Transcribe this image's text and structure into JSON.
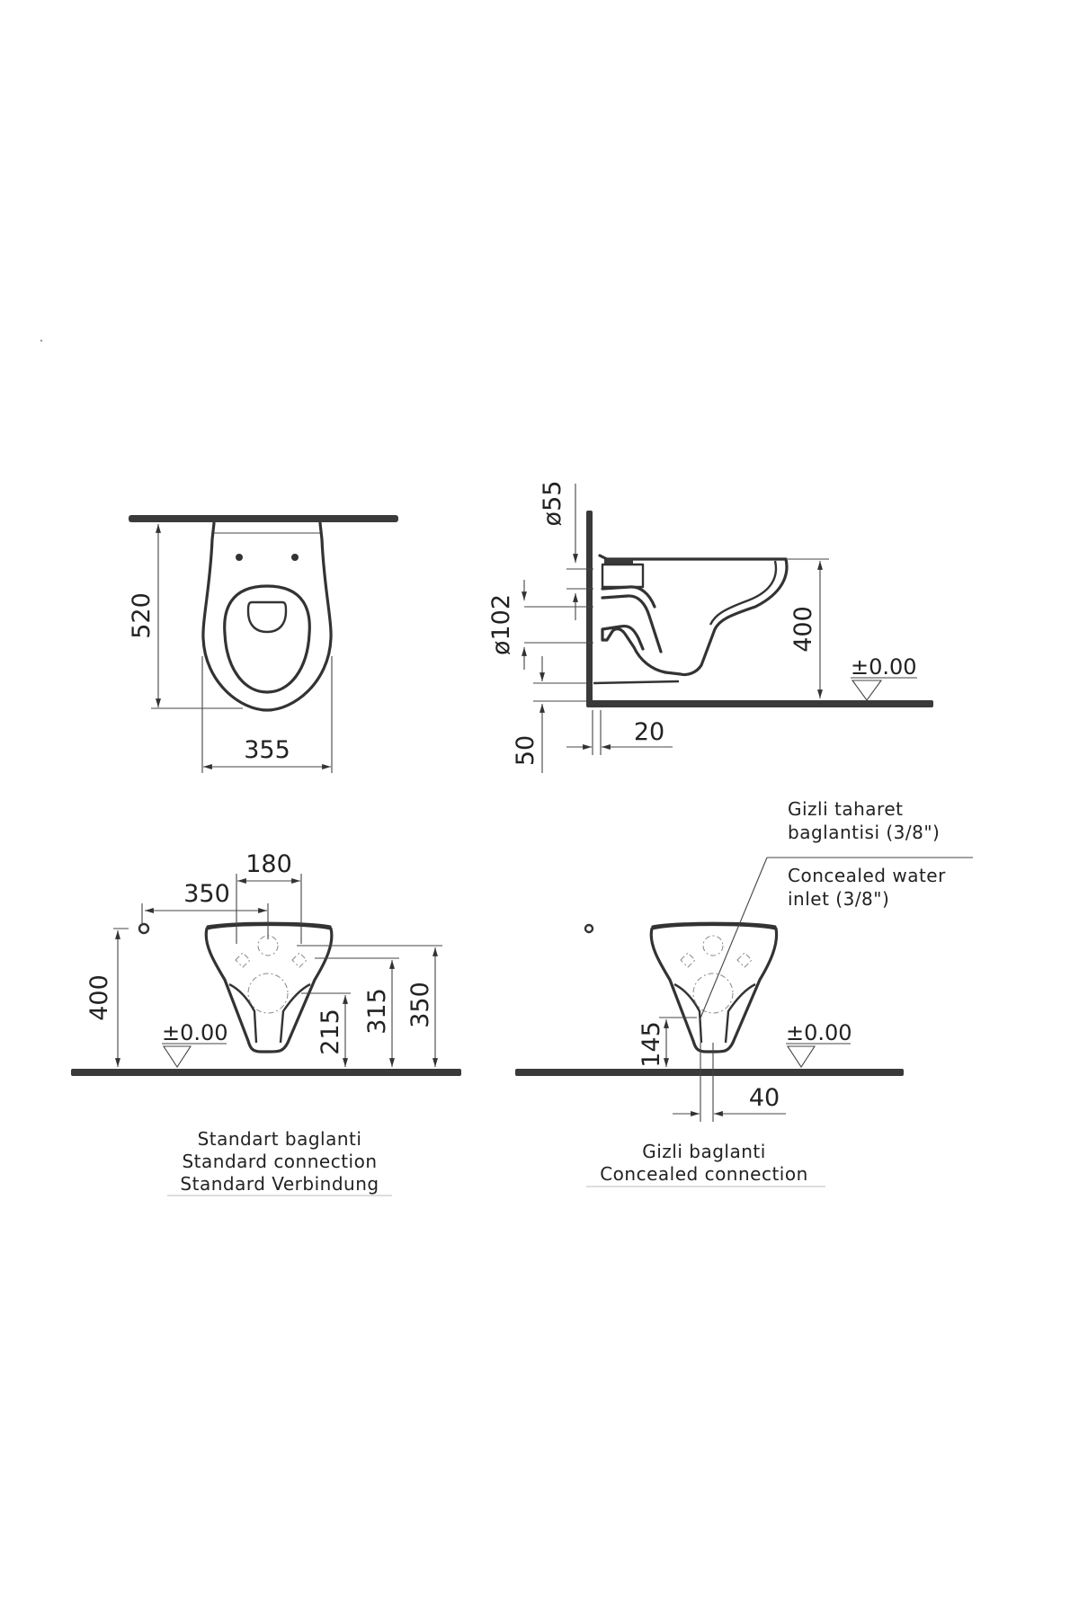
{
  "drawing": {
    "type": "technical-drawing",
    "subject": "wall-hung WC pan dimensional drawing",
    "units": "mm",
    "stroke_color": "#333333",
    "background": "#ffffff"
  },
  "views": {
    "top_view": {
      "dims": {
        "depth": "520",
        "width": "355"
      }
    },
    "side_view": {
      "dims": {
        "inlet_diameter": "ø55",
        "outlet_diameter": "ø102",
        "height": "400",
        "floor_offset": "50",
        "wall_gap": "20"
      },
      "level": "±0.00"
    },
    "front_standard": {
      "dims": {
        "supply_offset": "350",
        "fixing_spacing": "180",
        "supply_height": "400",
        "outlet_height": "215",
        "fixing_height": "315",
        "rim_height": "350"
      },
      "level": "±0.00",
      "caption": [
        "Standart baglanti",
        "Standard connection",
        "Standard Verbindung"
      ]
    },
    "front_concealed": {
      "dims": {
        "inlet_height": "145",
        "inlet_offset": "40"
      },
      "level": "±0.00",
      "callout": {
        "tr": [
          "Gizli taharet",
          "baglantisi (3/8\")"
        ],
        "en": [
          "Concealed water",
          "inlet (3/8\")"
        ]
      },
      "caption": [
        "Gizli baglanti",
        "Concealed connection"
      ]
    }
  }
}
